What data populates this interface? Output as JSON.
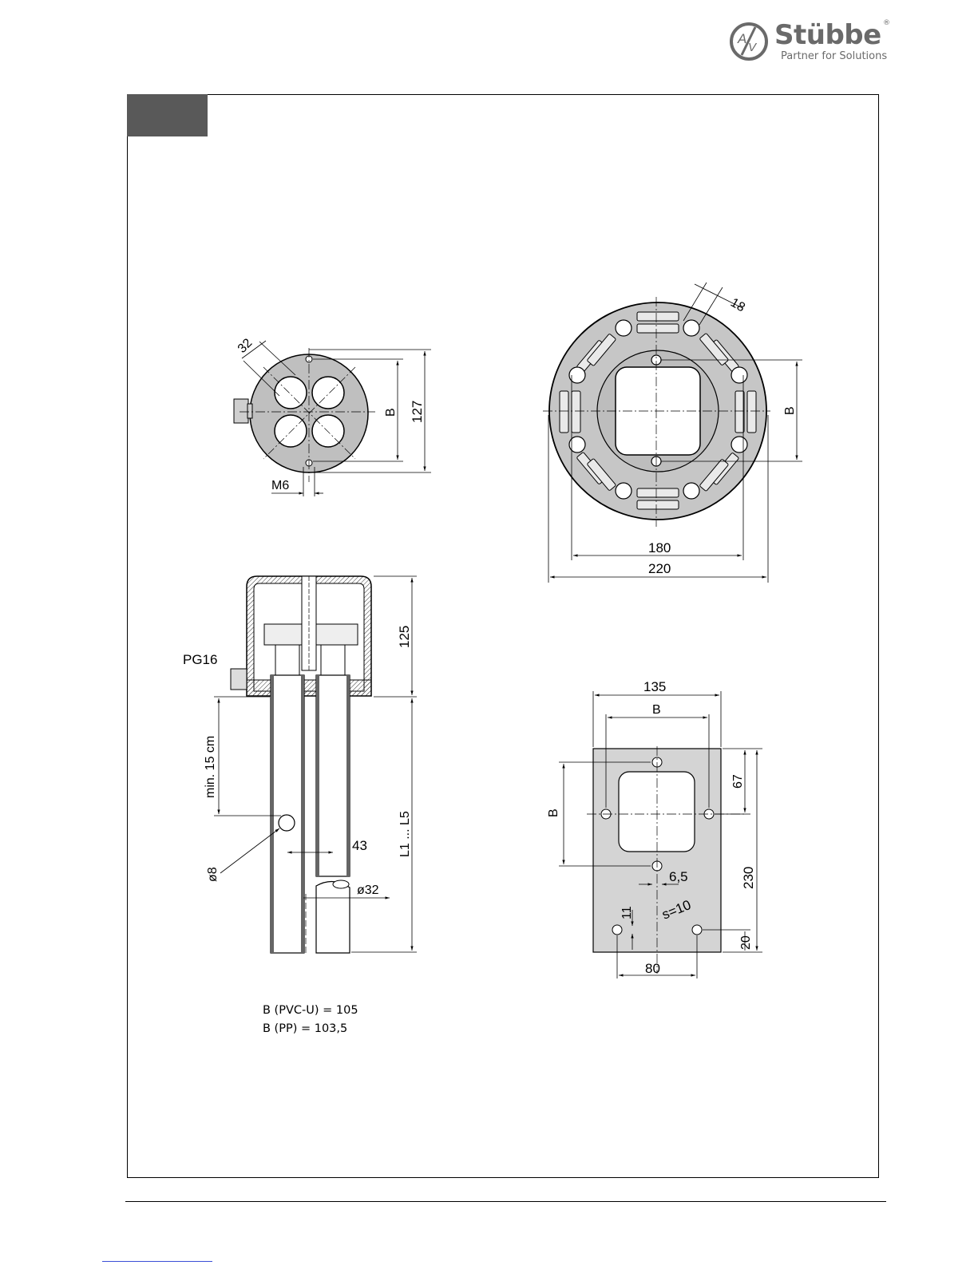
{
  "header": {
    "brand_name": "Stübbe",
    "brand_tagline": "Partner for Solutions",
    "registered_mark": "®"
  },
  "top_view": {
    "dim_angle": "32",
    "dim_bolt": "B",
    "dim_height": "127",
    "thread": "M6"
  },
  "flange_view": {
    "dim_slot": "18",
    "dim_bolt": "B",
    "dim_inner": "180",
    "dim_outer": "220"
  },
  "side_view": {
    "cable_gland": "PG16",
    "dim_housing": "125",
    "dim_min": "min. 15 cm",
    "dim_length": "L1 ... L5",
    "dim_spacing": "43",
    "dim_hole": "ø8",
    "dim_pipe": "ø32"
  },
  "plate_view": {
    "dim_width": "135",
    "dim_bolt_top": "B",
    "dim_bolt_left": "B",
    "dim_67": "67",
    "dim_230": "230",
    "dim_20": "20",
    "dim_11": "11",
    "dim_6_5": "6,5",
    "dim_thickness": "s=10",
    "dim_80": "80"
  },
  "notes": {
    "line1": "B (PVC-U) = 105",
    "line2": "B (PP) = 103,5"
  }
}
